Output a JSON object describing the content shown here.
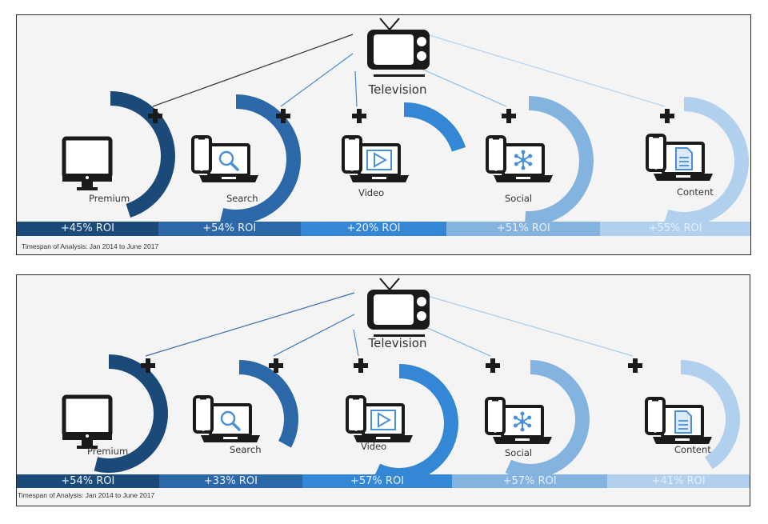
{
  "hub": {
    "label": "Television",
    "icon": "television-icon"
  },
  "colors": {
    "premium": "#1b4a78",
    "search": "#2c68a8",
    "video": "#3487d4",
    "social": "#85b3e0",
    "content": "#b1d0ee",
    "icon_accent": "#4a90d9"
  },
  "panels": [
    {
      "footnote": "Timespan of Analysis: Jan 2014 to June 2017",
      "channels": [
        {
          "key": "premium",
          "label": "Premium",
          "icon": "desktop-monitor-icon",
          "roi_value": 45,
          "roi_label": "+45% ROI"
        },
        {
          "key": "search",
          "label": "Search",
          "icon": "search-devices-icon",
          "roi_value": 54,
          "roi_label": "+54% ROI"
        },
        {
          "key": "video",
          "label": "Video",
          "icon": "video-devices-icon",
          "roi_value": 20,
          "roi_label": "+20% ROI"
        },
        {
          "key": "social",
          "label": "Social",
          "icon": "social-devices-icon",
          "roi_value": 51,
          "roi_label": "+51% ROI"
        },
        {
          "key": "content",
          "label": "Content",
          "icon": "content-devices-icon",
          "roi_value": 55,
          "roi_label": "+55% ROI"
        }
      ]
    },
    {
      "footnote": "Timespan of Analysis: Jan 2014 to June 2017",
      "channels": [
        {
          "key": "premium",
          "label": "Premium",
          "icon": "desktop-monitor-icon",
          "roi_value": 54,
          "roi_label": "+54% ROI"
        },
        {
          "key": "search",
          "label": "Search",
          "icon": "search-devices-icon",
          "roi_value": 33,
          "roi_label": "+33% ROI"
        },
        {
          "key": "video",
          "label": "Video",
          "icon": "video-devices-icon",
          "roi_value": 57,
          "roi_label": "+57% ROI"
        },
        {
          "key": "social",
          "label": "Social",
          "icon": "social-devices-icon",
          "roi_value": 57,
          "roi_label": "+57% ROI"
        },
        {
          "key": "content",
          "label": "Content",
          "icon": "content-devices-icon",
          "roi_value": 41,
          "roi_label": "+41% ROI"
        }
      ]
    }
  ]
}
